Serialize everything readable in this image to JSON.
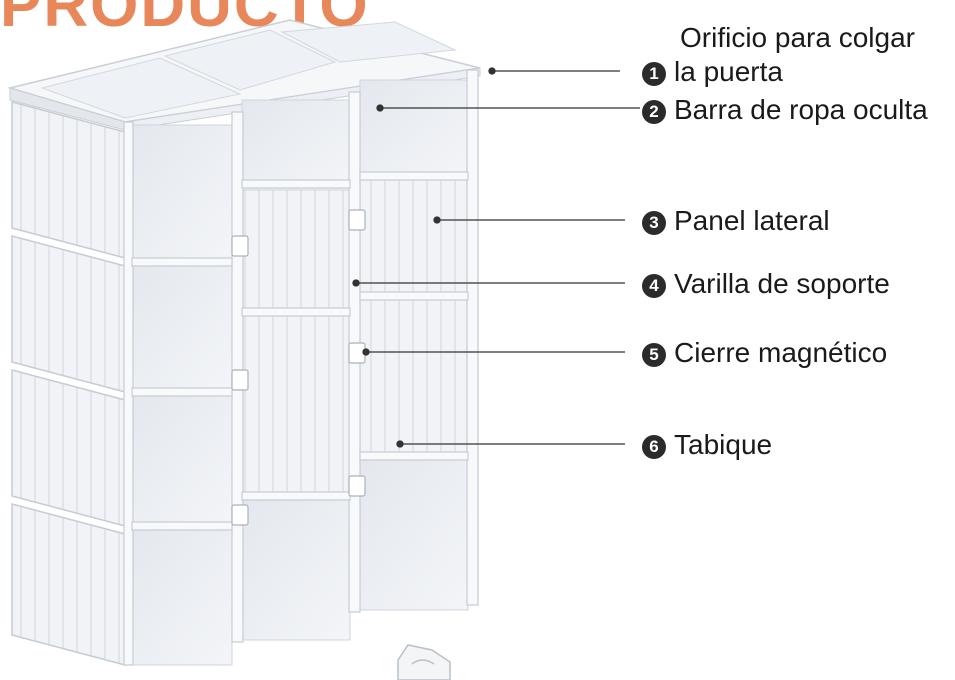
{
  "header": {
    "title": "PRODUCTO",
    "title_color": "#e8875a"
  },
  "callouts": [
    {
      "number": "1",
      "lines": [
        "Orificio para colgar",
        "la puerta"
      ],
      "icon": "circled-number-1-icon"
    },
    {
      "number": "2",
      "lines": [
        "Barra de ropa oculta"
      ],
      "icon": "circled-number-2-icon"
    },
    {
      "number": "3",
      "lines": [
        "Panel lateral"
      ],
      "icon": "circled-number-3-icon"
    },
    {
      "number": "4",
      "lines": [
        "Varilla de soporte"
      ],
      "icon": "circled-number-4-icon"
    },
    {
      "number": "5",
      "lines": [
        "Cierre magnético"
      ],
      "icon": "circled-number-5-icon"
    },
    {
      "number": "6",
      "lines": [
        "Tabique"
      ],
      "icon": "circled-number-6-icon"
    }
  ],
  "colors": {
    "badge": "#2b2b2b",
    "leader_line": "#333333",
    "panel": "#eceff3",
    "panel_edge": "#c6ccd4",
    "frame": "#f8f9fb"
  }
}
